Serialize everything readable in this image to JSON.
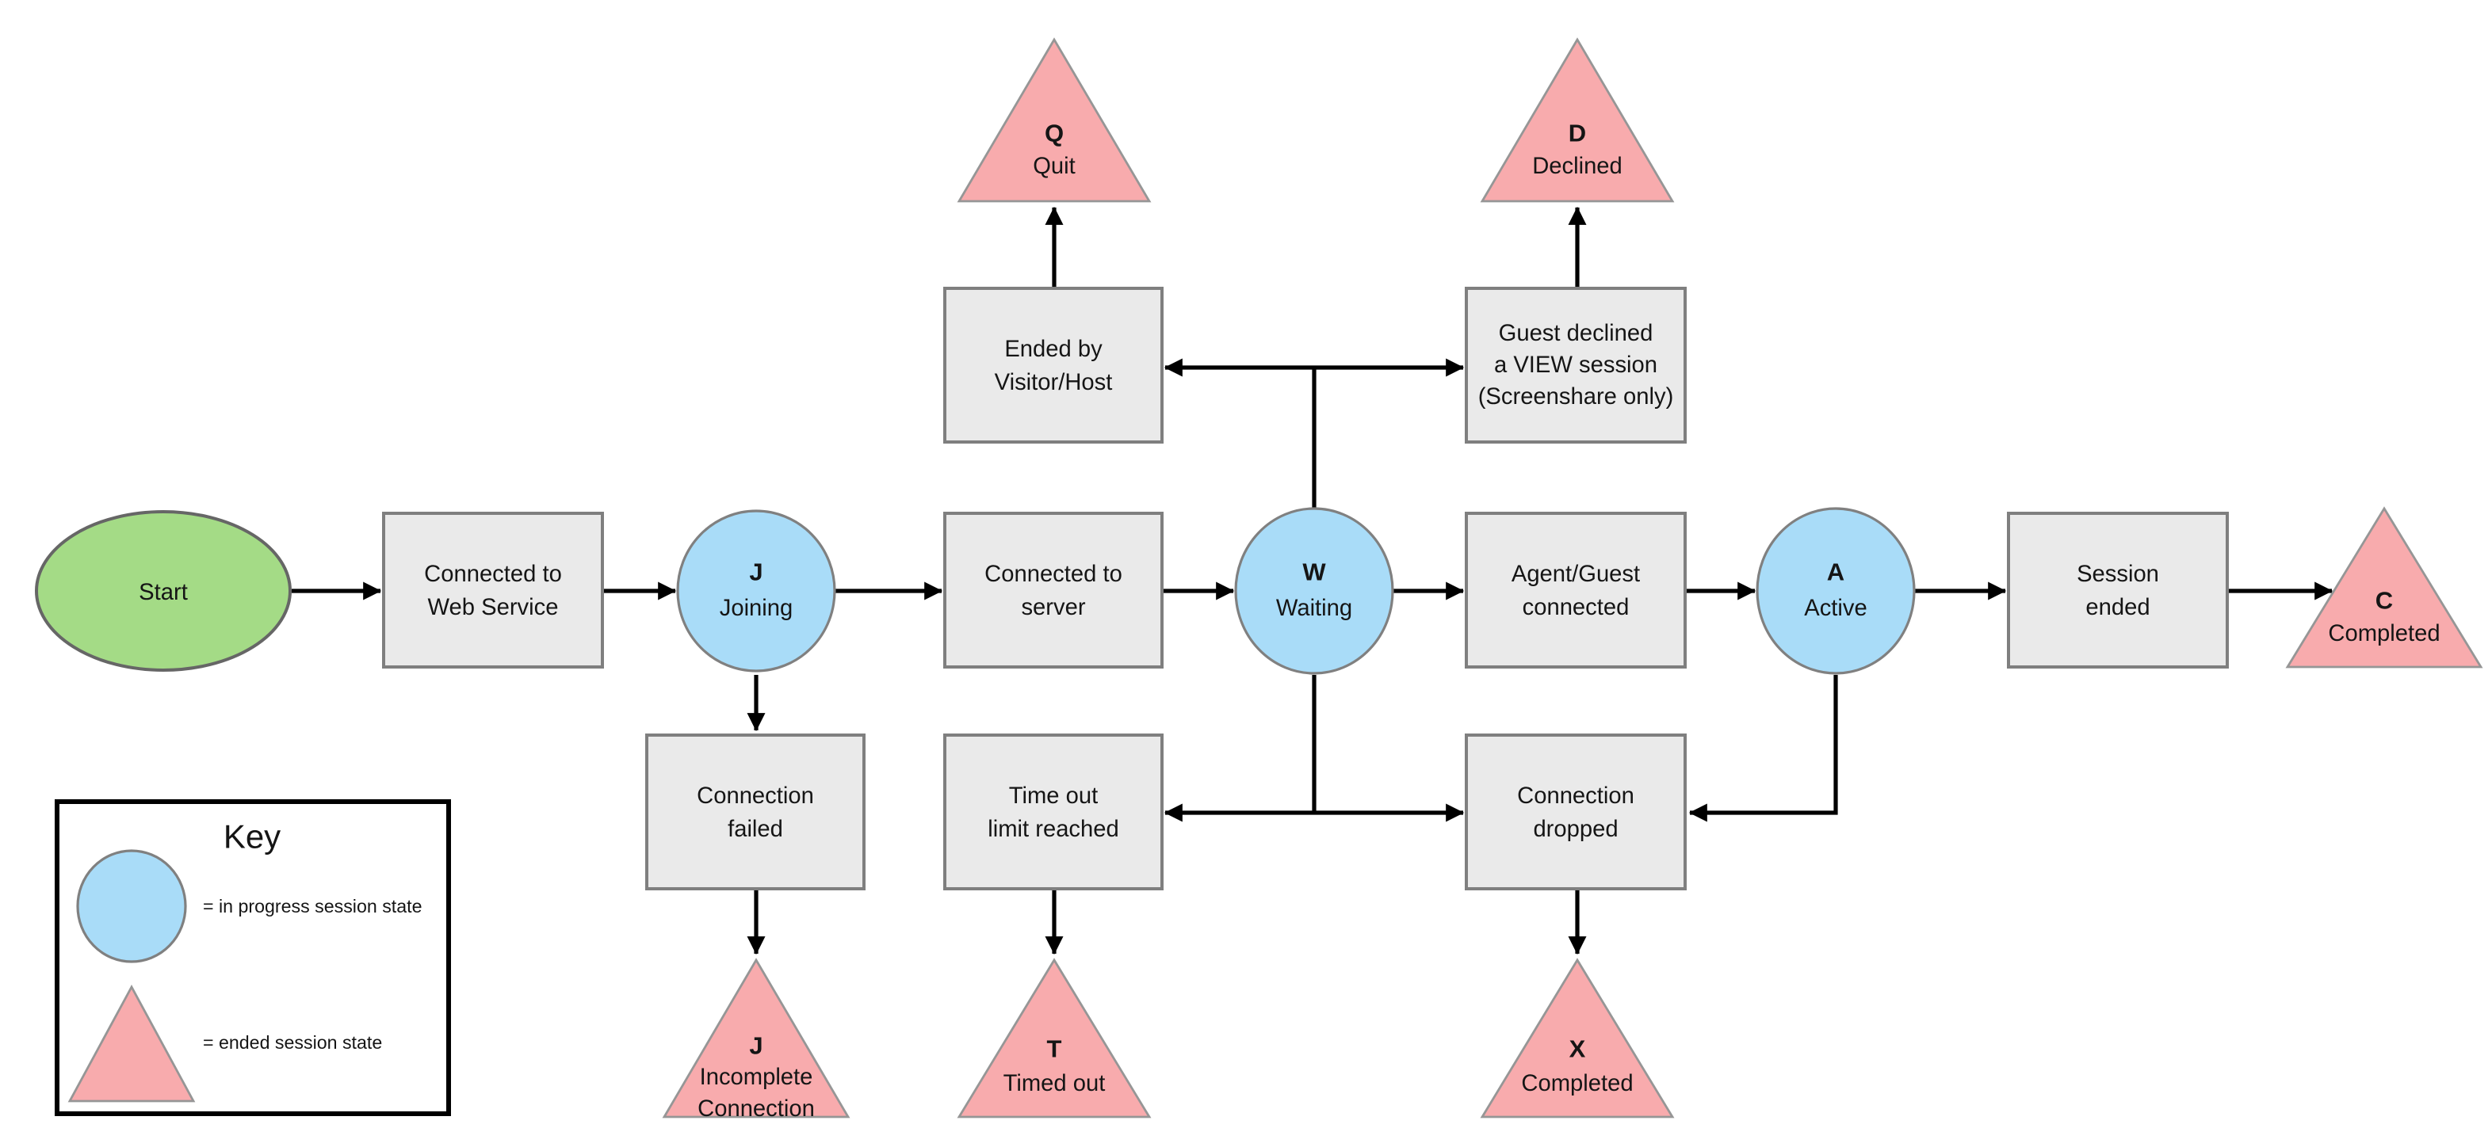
{
  "diagram": {
    "colors": {
      "start_fill": "#a4db86",
      "in_progress_fill": "#a9dcf8",
      "ended_fill": "#f8abad",
      "box_fill": "#eaeaea",
      "connector": "#000000"
    },
    "nodes": {
      "start": {
        "label": "Start"
      },
      "connected_web": {
        "lines": [
          "Connected to",
          "Web Service"
        ]
      },
      "joining": {
        "letter": "J",
        "label": "Joining"
      },
      "connected_server": {
        "lines": [
          "Connected to",
          "server"
        ]
      },
      "waiting": {
        "letter": "W",
        "label": "Waiting"
      },
      "agent_guest": {
        "lines": [
          "Agent/Guest",
          "connected"
        ]
      },
      "active": {
        "letter": "A",
        "label": "Active"
      },
      "session_ended": {
        "lines": [
          "Session",
          "ended"
        ]
      },
      "completed_c": {
        "letter": "C",
        "label": "Completed"
      },
      "ended_by": {
        "lines": [
          "Ended by",
          "Visitor/Host"
        ]
      },
      "quit": {
        "letter": "Q",
        "label": "Quit"
      },
      "guest_declined": {
        "lines": [
          "Guest declined",
          "a VIEW session",
          "(Screenshare only)"
        ]
      },
      "declined": {
        "letter": "D",
        "label": "Declined"
      },
      "connection_failed": {
        "lines": [
          "Connection",
          "failed"
        ]
      },
      "incomplete_connection": {
        "letter": "J",
        "lines": [
          "Incomplete",
          "Connection"
        ]
      },
      "timeout_limit": {
        "lines": [
          "Time out",
          "limit reached"
        ]
      },
      "timed_out": {
        "letter": "T",
        "label": "Timed out"
      },
      "connection_dropped": {
        "lines": [
          "Connection",
          "dropped"
        ]
      },
      "completed_x": {
        "letter": "X",
        "label": "Completed"
      }
    },
    "key": {
      "title": "Key",
      "items": [
        {
          "shape": "circle",
          "label": "= in progress session state"
        },
        {
          "shape": "triangle",
          "label": "= ended session state"
        }
      ]
    }
  }
}
